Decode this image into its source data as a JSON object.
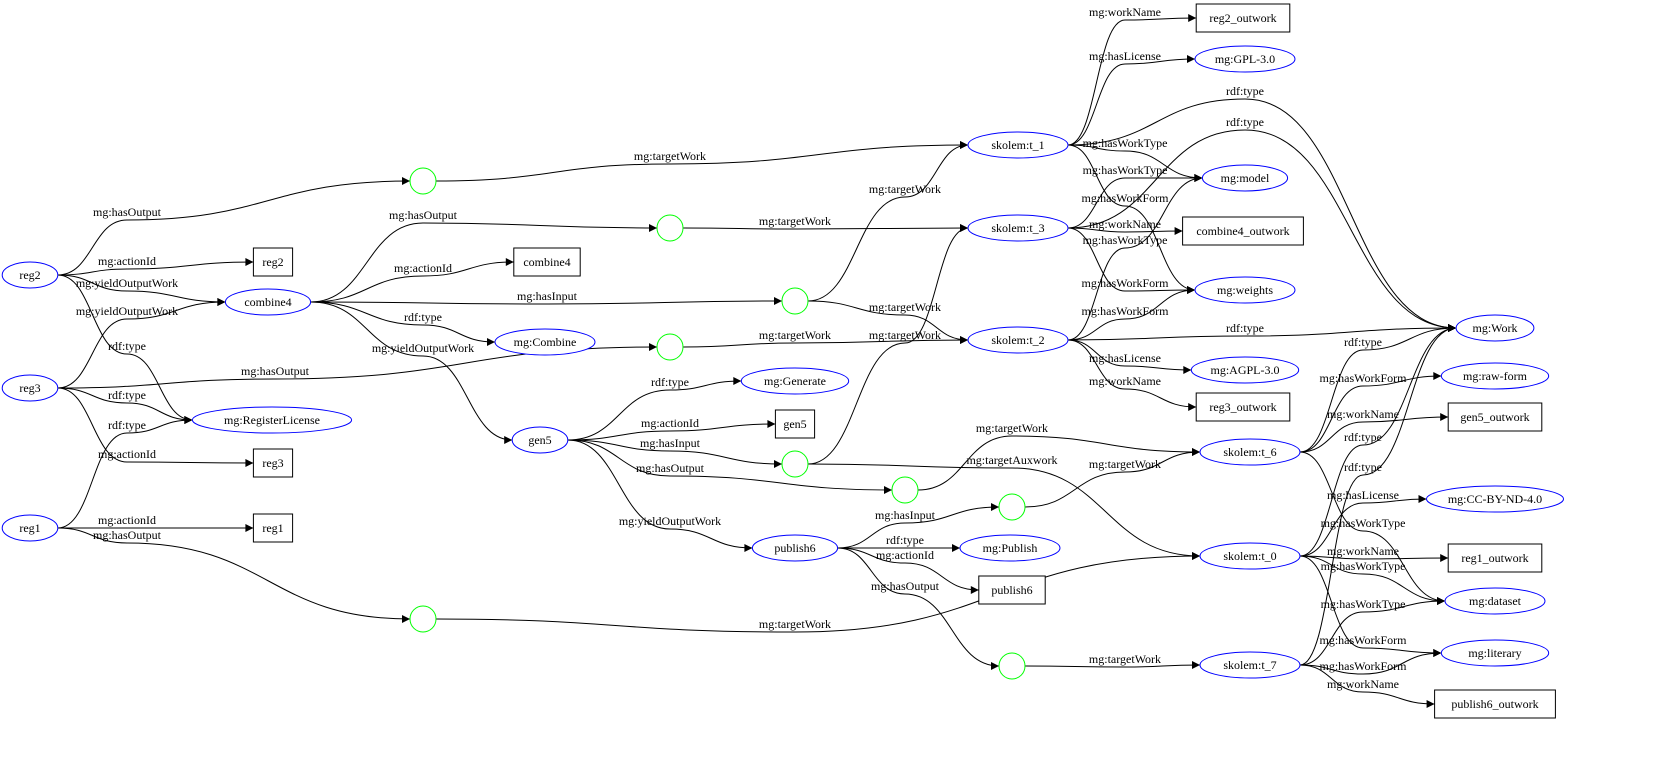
{
  "colors": {
    "resource": "#0000ff",
    "blank": "#00ff00",
    "literal": "#000000",
    "edge": "#000000"
  },
  "nodes": [
    {
      "label": "reg2",
      "shape": "ellipse"
    },
    {
      "label": "reg3",
      "shape": "ellipse"
    },
    {
      "label": "reg1",
      "shape": "ellipse"
    },
    {
      "label": "combine4",
      "shape": "ellipse"
    },
    {
      "label": "mg:RegisterLicense",
      "shape": "ellipse"
    },
    {
      "label": "mg:Combine",
      "shape": "ellipse"
    },
    {
      "label": "gen5",
      "shape": "ellipse"
    },
    {
      "label": "mg:Generate",
      "shape": "ellipse"
    },
    {
      "label": "publish6",
      "shape": "ellipse"
    },
    {
      "label": "mg:Publish",
      "shape": "ellipse"
    },
    {
      "label": "skolem:t_1",
      "shape": "ellipse"
    },
    {
      "label": "skolem:t_3",
      "shape": "ellipse"
    },
    {
      "label": "skolem:t_2",
      "shape": "ellipse"
    },
    {
      "label": "skolem:t_6",
      "shape": "ellipse"
    },
    {
      "label": "skolem:t_0",
      "shape": "ellipse"
    },
    {
      "label": "skolem:t_7",
      "shape": "ellipse"
    },
    {
      "label": "mg:GPL-3.0",
      "shape": "ellipse"
    },
    {
      "label": "mg:model",
      "shape": "ellipse"
    },
    {
      "label": "mg:weights",
      "shape": "ellipse"
    },
    {
      "label": "mg:AGPL-3.0",
      "shape": "ellipse"
    },
    {
      "label": "mg:Work",
      "shape": "ellipse"
    },
    {
      "label": "mg:raw-form",
      "shape": "ellipse"
    },
    {
      "label": "mg:CC-BY-ND-4.0",
      "shape": "ellipse"
    },
    {
      "label": "mg:dataset",
      "shape": "ellipse"
    },
    {
      "label": "mg:literary",
      "shape": "ellipse"
    },
    {
      "label": "reg2",
      "shape": "box"
    },
    {
      "label": "combine4",
      "shape": "box"
    },
    {
      "label": "reg3",
      "shape": "box"
    },
    {
      "label": "reg1",
      "shape": "box"
    },
    {
      "label": "gen5",
      "shape": "box"
    },
    {
      "label": "publish6",
      "shape": "box"
    },
    {
      "label": "reg2_outwork",
      "shape": "box"
    },
    {
      "label": "combine4_outwork",
      "shape": "box"
    },
    {
      "label": "reg3_outwork",
      "shape": "box"
    },
    {
      "label": "gen5_outwork",
      "shape": "box"
    },
    {
      "label": "reg1_outwork",
      "shape": "box"
    },
    {
      "label": "publish6_outwork",
      "shape": "box"
    },
    {
      "label": "",
      "shape": "circle"
    },
    {
      "label": "",
      "shape": "circle"
    },
    {
      "label": "",
      "shape": "circle"
    },
    {
      "label": "",
      "shape": "circle"
    },
    {
      "label": "",
      "shape": "circle"
    },
    {
      "label": "",
      "shape": "circle"
    },
    {
      "label": "",
      "shape": "circle"
    },
    {
      "label": "",
      "shape": "circle"
    },
    {
      "label": "",
      "shape": "circle"
    }
  ],
  "edges": [
    {
      "from": 0,
      "to": 37,
      "label": "mg:hasOutput"
    },
    {
      "from": 0,
      "to": 25,
      "label": "mg:actionId"
    },
    {
      "from": 0,
      "to": 3,
      "label": "mg:yieldOutputWork"
    },
    {
      "from": 0,
      "to": 4,
      "label": "rdf:type"
    },
    {
      "from": 1,
      "to": 3,
      "label": "mg:yieldOutputWork"
    },
    {
      "from": 1,
      "to": 40,
      "label": "mg:hasOutput"
    },
    {
      "from": 1,
      "to": 4,
      "label": "rdf:type"
    },
    {
      "from": 1,
      "to": 27,
      "label": "mg:actionId"
    },
    {
      "from": 2,
      "to": 4,
      "label": "rdf:type"
    },
    {
      "from": 2,
      "to": 28,
      "label": "mg:actionId"
    },
    {
      "from": 2,
      "to": 44,
      "label": "mg:hasOutput"
    },
    {
      "from": 3,
      "to": 38,
      "label": "mg:hasOutput"
    },
    {
      "from": 3,
      "to": 26,
      "label": "mg:actionId"
    },
    {
      "from": 3,
      "to": 39,
      "label": "mg:hasInput"
    },
    {
      "from": 3,
      "to": 5,
      "label": "rdf:type"
    },
    {
      "from": 3,
      "to": 6,
      "label": "mg:yieldOutputWork"
    },
    {
      "from": 37,
      "to": 10,
      "label": "mg:targetWork"
    },
    {
      "from": 38,
      "to": 11,
      "label": "mg:targetWork"
    },
    {
      "from": 39,
      "to": 10,
      "label": "mg:targetWork"
    },
    {
      "from": 39,
      "to": 12,
      "label": "mg:targetWork"
    },
    {
      "from": 40,
      "to": 12,
      "label": "mg:targetWork"
    },
    {
      "from": 6,
      "to": 7,
      "label": "rdf:type"
    },
    {
      "from": 6,
      "to": 29,
      "label": "mg:actionId"
    },
    {
      "from": 6,
      "to": 41,
      "label": "mg:hasInput"
    },
    {
      "from": 6,
      "to": 42,
      "label": "mg:hasOutput"
    },
    {
      "from": 6,
      "to": 8,
      "label": "mg:yieldOutputWork"
    },
    {
      "from": 41,
      "to": 11,
      "label": "mg:targetWork"
    },
    {
      "from": 41,
      "to": 14,
      "label": "mg:targetAuxwork"
    },
    {
      "from": 42,
      "to": 13,
      "label": "mg:targetWork"
    },
    {
      "from": 43,
      "to": 13,
      "label": "mg:targetWork"
    },
    {
      "from": 8,
      "to": 43,
      "label": "mg:hasInput"
    },
    {
      "from": 8,
      "to": 9,
      "label": "rdf:type"
    },
    {
      "from": 8,
      "to": 30,
      "label": "mg:actionId"
    },
    {
      "from": 8,
      "to": 45,
      "label": "mg:hasOutput"
    },
    {
      "from": 44,
      "to": 14,
      "label": "mg:targetWork"
    },
    {
      "from": 45,
      "to": 15,
      "label": "mg:targetWork"
    },
    {
      "from": 10,
      "to": 31,
      "label": "mg:workName"
    },
    {
      "from": 10,
      "to": 16,
      "label": "mg:hasLicense"
    },
    {
      "from": 10,
      "to": 20,
      "label": "rdf:type"
    },
    {
      "from": 10,
      "to": 17,
      "label": "mg:hasWorkType"
    },
    {
      "from": 10,
      "to": 18,
      "label": "mg:hasWorkForm"
    },
    {
      "from": 11,
      "to": 20,
      "label": "rdf:type"
    },
    {
      "from": 11,
      "to": 17,
      "label": "mg:hasWorkType"
    },
    {
      "from": 11,
      "to": 32,
      "label": "mg:workName"
    },
    {
      "from": 11,
      "to": 18,
      "label": "mg:hasWorkForm"
    },
    {
      "from": 12,
      "to": 17,
      "label": "mg:hasWorkType"
    },
    {
      "from": 12,
      "to": 18,
      "label": "mg:hasWorkForm"
    },
    {
      "from": 12,
      "to": 20,
      "label": "rdf:type"
    },
    {
      "from": 12,
      "to": 19,
      "label": "mg:hasLicense"
    },
    {
      "from": 12,
      "to": 33,
      "label": "mg:workName"
    },
    {
      "from": 13,
      "to": 20,
      "label": "rdf:type"
    },
    {
      "from": 13,
      "to": 21,
      "label": "mg:hasWorkForm"
    },
    {
      "from": 13,
      "to": 34,
      "label": "mg:workName"
    },
    {
      "from": 13,
      "to": 23,
      "label": "mg:hasWorkType"
    },
    {
      "from": 14,
      "to": 20,
      "label": "rdf:type"
    },
    {
      "from": 14,
      "to": 22,
      "label": "mg:hasLicense"
    },
    {
      "from": 14,
      "to": 35,
      "label": "mg:workName"
    },
    {
      "from": 14,
      "to": 23,
      "label": "mg:hasWorkType"
    },
    {
      "from": 14,
      "to": 24,
      "label": "mg:hasWorkForm"
    },
    {
      "from": 15,
      "to": 20,
      "label": "rdf:type"
    },
    {
      "from": 15,
      "to": 23,
      "label": "mg:hasWorkType"
    },
    {
      "from": 15,
      "to": 24,
      "label": "mg:hasWorkForm"
    },
    {
      "from": 15,
      "to": 36,
      "label": "mg:workName"
    }
  ]
}
